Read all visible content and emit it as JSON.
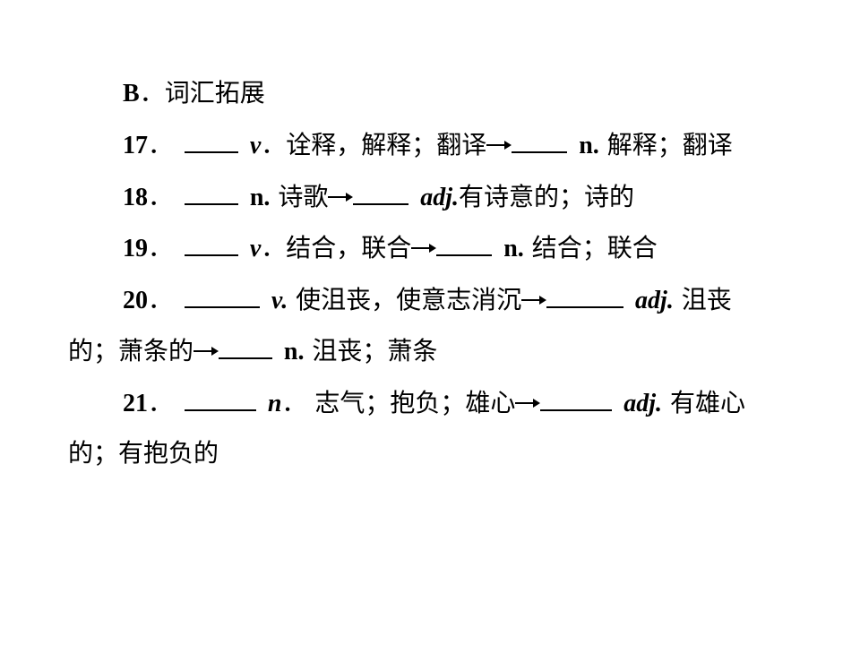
{
  "section": {
    "letter": "B",
    "sep": "．",
    "title": "词汇拓展"
  },
  "items": [
    {
      "num": "17",
      "sep": "．",
      "pos1": "v",
      "sep2": "．",
      "def1": "诠释，解释；翻译",
      "pos2": "n.",
      "def2": "解释；翻译"
    },
    {
      "num": "18",
      "sep": "．",
      "pos1": "n.",
      "def1": "诗歌",
      "pos2": "adj.",
      "def2": "有诗意的；诗的"
    },
    {
      "num": "19",
      "sep": "．",
      "pos1": "v",
      "sep2": "．",
      "def1": "结合，联合",
      "pos2": "n.",
      "def2": "结合；联合"
    },
    {
      "num": "20",
      "sep": "．",
      "pos1": "v.",
      "def1": "使沮丧，使意志消沉",
      "pos2": "adj.",
      "def2a": "沮丧",
      "def2b": "的；萧条的",
      "pos3": "n.",
      "def3": "沮丧；萧条"
    },
    {
      "num": "21",
      "sep": "．",
      "pos1": "n",
      "sep2": "．",
      "def1": "志气；抱负；雄心",
      "pos2": "adj.",
      "def2a": "有雄心",
      "def2b": "的；有抱负的"
    }
  ]
}
